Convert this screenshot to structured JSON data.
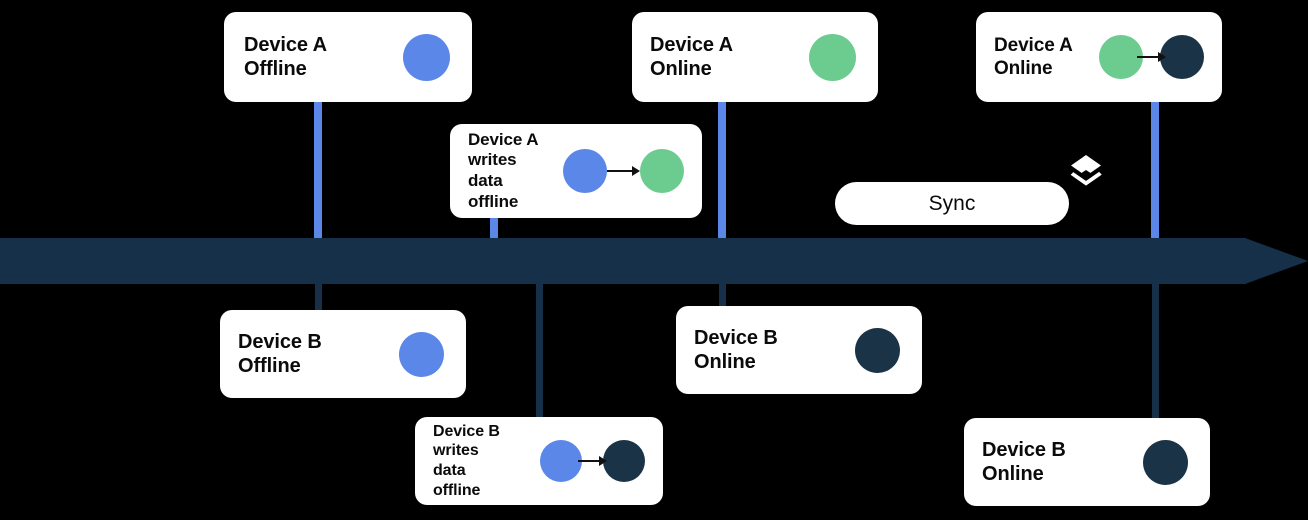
{
  "diagram": {
    "title": "Device offline write and sync timeline",
    "background_color": "#000000",
    "timeline": {
      "name": "timeline-axis",
      "color": "#16304a",
      "direction": "left-to-right"
    },
    "colors": {
      "blue": "#5b87e8",
      "green": "#6ccb8e",
      "navy": "#1b3347",
      "card_background": "#ffffff",
      "text": "#0b0b0b"
    }
  },
  "cards": [
    {
      "id": "device-a-offline",
      "label": "Device A\nOffline",
      "dots": [
        "blue"
      ],
      "arrow": false,
      "lane": "top"
    },
    {
      "id": "device-a-writes-data-offline",
      "label": "Device A\nwrites\ndata\noffline",
      "dots": [
        "blue",
        "green"
      ],
      "arrow": true,
      "lane": "top"
    },
    {
      "id": "device-a-online",
      "label": "Device A\nOnline",
      "dots": [
        "green"
      ],
      "arrow": false,
      "lane": "top"
    },
    {
      "id": "device-a-online-synced",
      "label": "Device A\nOnline",
      "dots": [
        "green",
        "navy"
      ],
      "arrow": true,
      "lane": "top"
    },
    {
      "id": "device-b-offline",
      "label": "Device B\nOffline",
      "dots": [
        "blue"
      ],
      "arrow": false,
      "lane": "bottom"
    },
    {
      "id": "device-b-writes-data-offline",
      "label": "Device B\nwrites\ndata\noffline",
      "dots": [
        "blue",
        "navy"
      ],
      "arrow": true,
      "lane": "bottom"
    },
    {
      "id": "device-b-online",
      "label": "Device B\nOnline",
      "dots": [
        "navy"
      ],
      "arrow": false,
      "lane": "bottom"
    },
    {
      "id": "device-b-online-synced",
      "label": "Device B\nOnline",
      "dots": [
        "navy"
      ],
      "arrow": false,
      "lane": "bottom"
    }
  ],
  "sync": {
    "label": "Sync",
    "icon": "layers-icon"
  }
}
